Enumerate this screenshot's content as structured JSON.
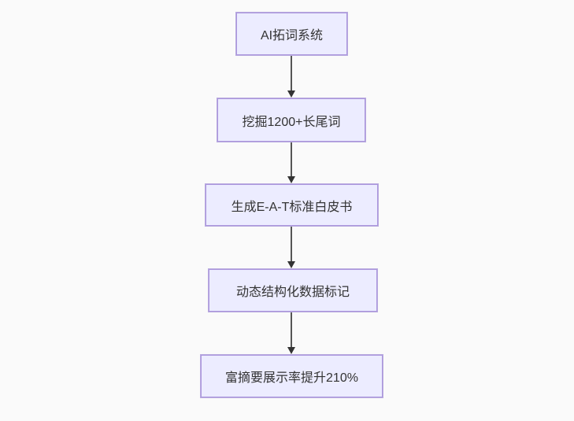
{
  "canvas": {
    "background_color": "#fafafa"
  },
  "theme": {
    "node_fill": "#ececff",
    "node_border": "#9370db",
    "node_text_color": "#333333",
    "arrow_color": "#333333"
  },
  "flowchart": {
    "direction": "top-down",
    "nodes": [
      {
        "label": "AI拓词系统"
      },
      {
        "label": "挖掘1200+长尾词"
      },
      {
        "label": "生成E-A-T标准白皮书"
      },
      {
        "label": "动态结构化数据标记"
      },
      {
        "label": "富摘要展示率提升210%"
      }
    ],
    "edges": [
      {
        "from": 0,
        "to": 1,
        "arrow": "down"
      },
      {
        "from": 1,
        "to": 2,
        "arrow": "down"
      },
      {
        "from": 2,
        "to": 3,
        "arrow": "down"
      },
      {
        "from": 3,
        "to": 4,
        "arrow": "down"
      }
    ]
  }
}
